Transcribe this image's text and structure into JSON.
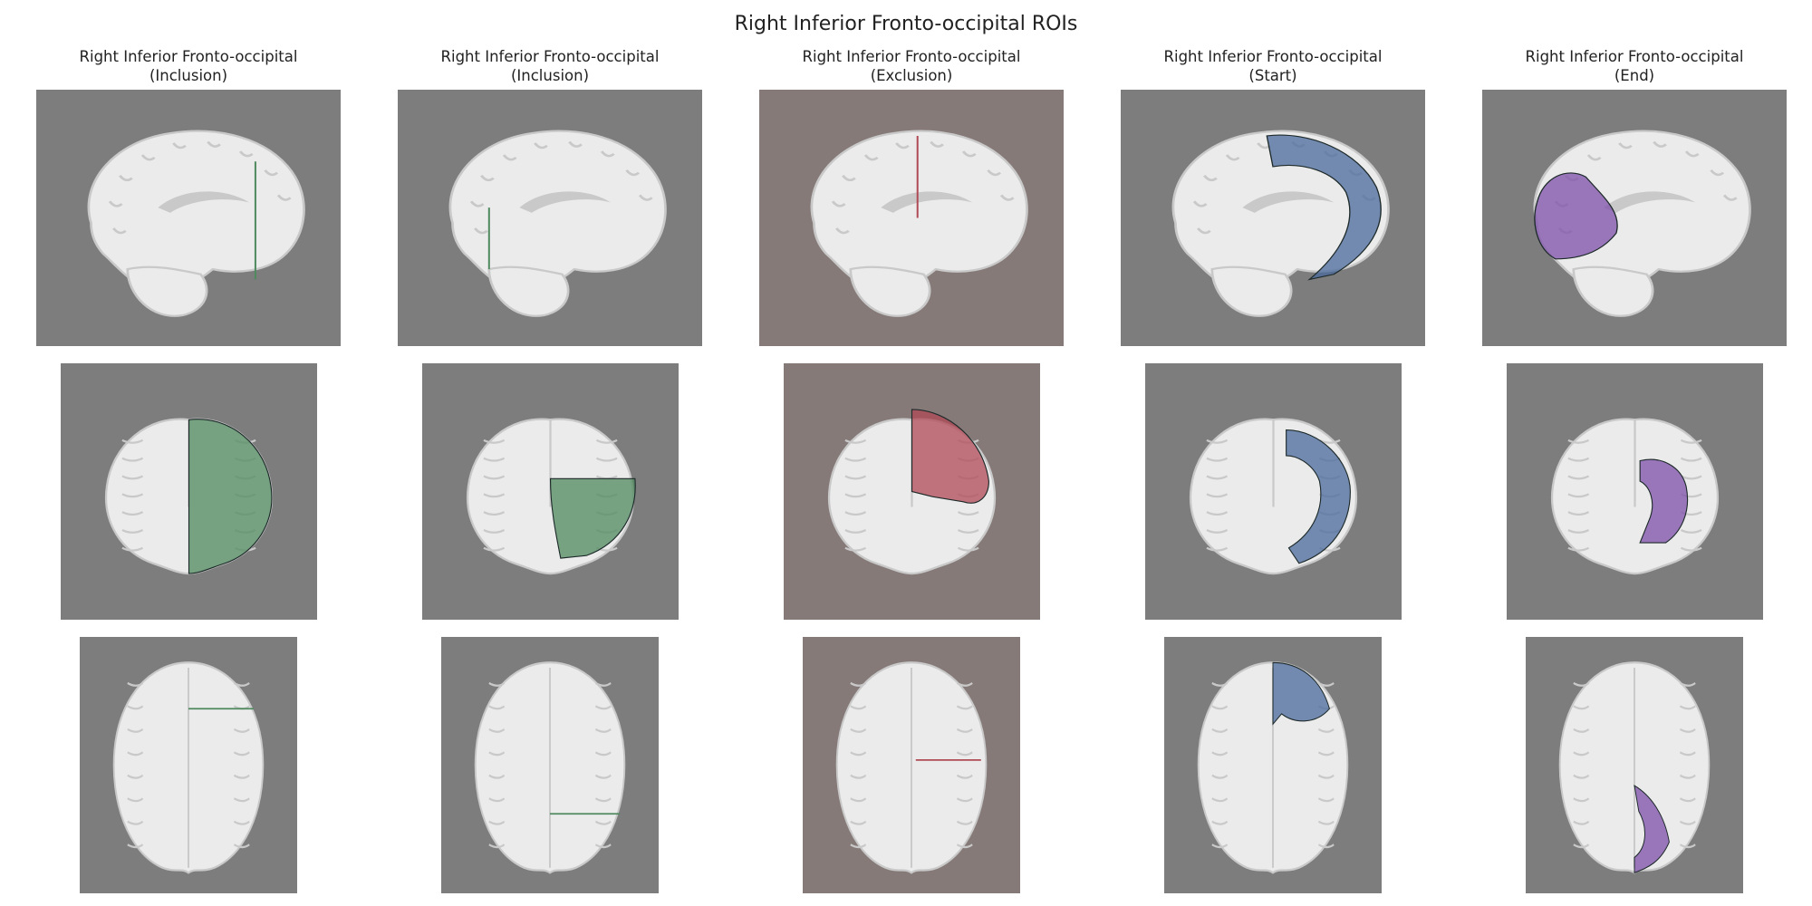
{
  "figure": {
    "title": "Right Inferior Fronto-occipital ROIs"
  },
  "columns": [
    {
      "title_line1": "Right Inferior Fronto-occipital",
      "title_line2": "(Inclusion)",
      "roi_type": "inclusion",
      "roi_color": "#4f8a5f"
    },
    {
      "title_line1": "Right Inferior Fronto-occipital",
      "title_line2": "(Inclusion)",
      "roi_type": "inclusion",
      "roi_color": "#4f8a5f"
    },
    {
      "title_line1": "Right Inferior Fronto-occipital",
      "title_line2": "(Exclusion)",
      "roi_type": "exclusion",
      "roi_color": "#b04a55"
    },
    {
      "title_line1": "Right Inferior Fronto-occipital",
      "title_line2": "(Start)",
      "roi_type": "start",
      "roi_color": "#4a6a9c"
    },
    {
      "title_line1": "Right Inferior Fronto-occipital",
      "title_line2": "(End)",
      "roi_type": "end",
      "roi_color": "#7c4fa8"
    }
  ],
  "views": [
    "sagittal",
    "coronal",
    "axial"
  ],
  "colors": {
    "background": "#7d7d7d",
    "background_exclusion": "#857a78",
    "brain": "#ebebeb",
    "brain_shadow": "#c9c9c9"
  }
}
